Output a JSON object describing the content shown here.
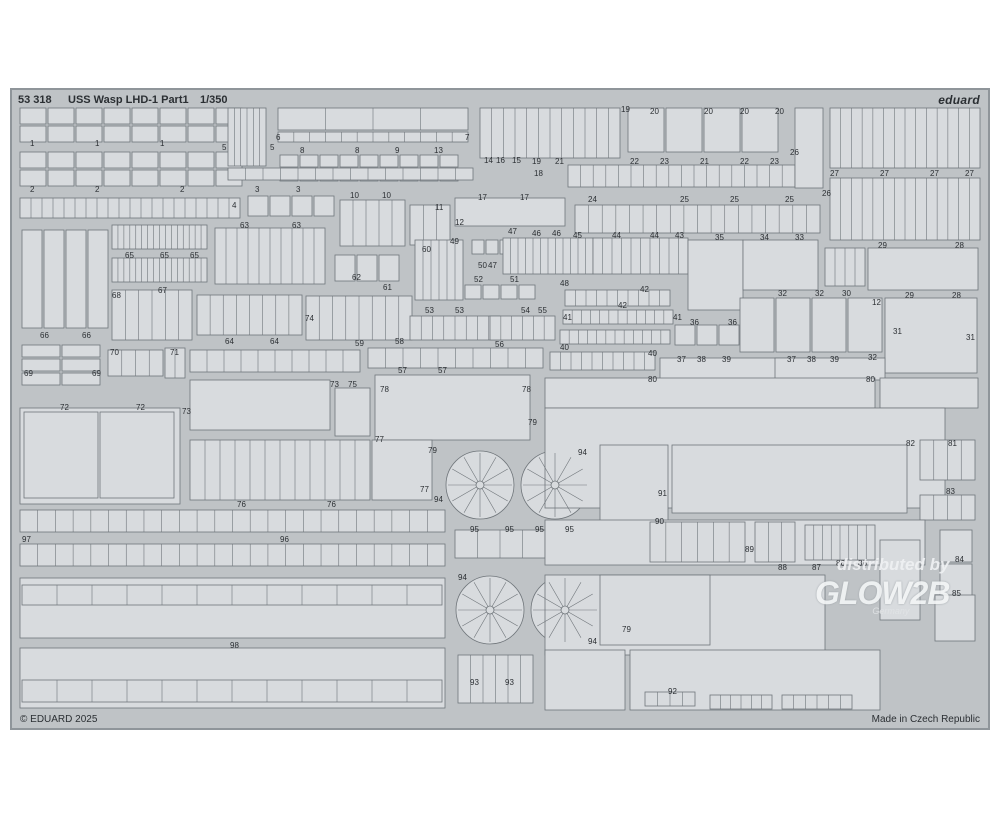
{
  "sheet": {
    "product_code": "53 318",
    "title": "USS Wasp LHD-1 Part1",
    "scale": "1/350",
    "brand": "eduard",
    "copyright": "© EDUARD 2025",
    "origin": "Made in Czech Republic"
  },
  "distributor": {
    "line1": "distributed by",
    "logo": "GLOW2B",
    "line3": "Germany"
  },
  "colors": {
    "fret": "#bfc3c6",
    "part_fill": "#d8dbde",
    "part_stroke": "#6f757a",
    "text": "#2b2f33"
  },
  "part_numbers": [
    "1",
    "2",
    "3",
    "4",
    "5",
    "6",
    "7",
    "8",
    "9",
    "10",
    "11",
    "12",
    "13",
    "14",
    "15",
    "16",
    "17",
    "18",
    "19",
    "20",
    "21",
    "22",
    "23",
    "24",
    "25",
    "26",
    "27",
    "28",
    "29",
    "30",
    "31",
    "32",
    "33",
    "34",
    "35",
    "36",
    "37",
    "38",
    "39",
    "40",
    "41",
    "42",
    "43",
    "44",
    "45",
    "46",
    "47",
    "48",
    "49",
    "50",
    "51",
    "52",
    "53",
    "54",
    "55",
    "56",
    "57",
    "58",
    "59",
    "60",
    "61",
    "62",
    "63",
    "64",
    "65",
    "66",
    "67",
    "68",
    "69",
    "70",
    "71",
    "72",
    "73",
    "74",
    "75",
    "76",
    "77",
    "78",
    "79",
    "80",
    "81",
    "82",
    "83",
    "84",
    "85",
    "86",
    "87",
    "88",
    "89",
    "90",
    "91",
    "92",
    "93",
    "94",
    "95",
    "96",
    "97",
    "98"
  ]
}
